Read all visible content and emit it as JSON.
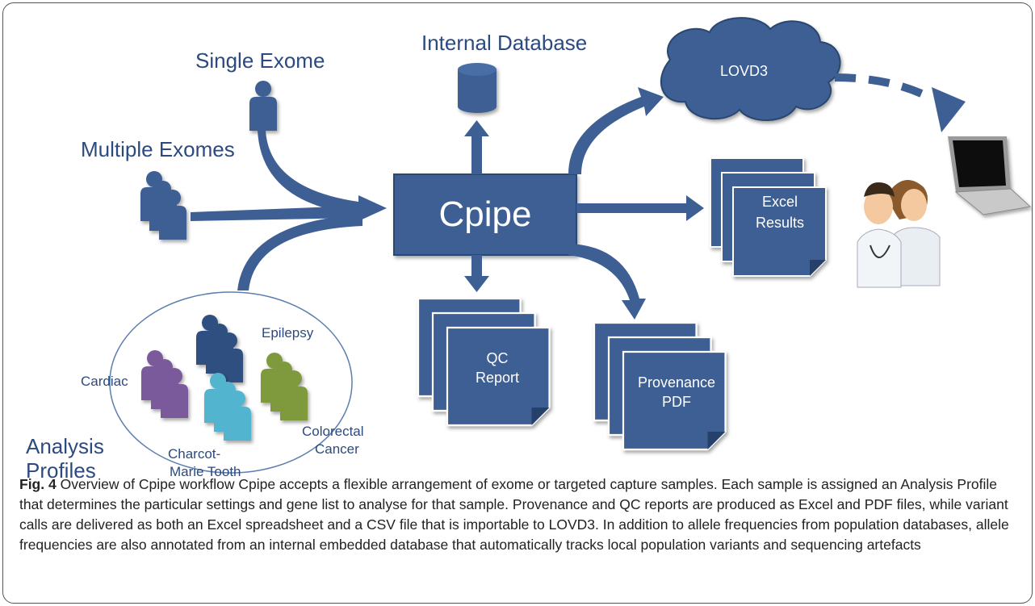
{
  "diagram": {
    "inputs": {
      "single_exome": "Single Exome",
      "multiple_exomes": "Multiple Exomes"
    },
    "internal_db": "Internal Database",
    "center": "Cpipe",
    "cloud": "LOVD3",
    "excel_results": [
      "Excel",
      "Results"
    ],
    "qc_report": [
      "QC",
      "Report"
    ],
    "provenance": [
      "Provenance",
      "PDF"
    ],
    "profiles": {
      "title": [
        "Analysis",
        "Profiles"
      ],
      "cardiac": "Cardiac",
      "epilepsy": "Epilepsy",
      "colorectal": [
        "Colorectal",
        "Cancer"
      ],
      "charcot": [
        "Charcot-",
        "Marie Tooth"
      ]
    },
    "colors": {
      "primary": "#3d5f94",
      "primary_dark": "#2f4c78",
      "label": "#2b4a80",
      "cardiac": "#7a5a9a",
      "epilepsy_group": "#2f4f80",
      "colorectal": "#7f9a3d",
      "charcot": "#52b4cf"
    }
  },
  "caption": {
    "label": "Fig. 4",
    "text": "Overview of Cpipe workflow Cpipe accepts a flexible arrangement of exome or targeted capture samples. Each sample is assigned an Analysis Profile that determines the particular settings and gene list to analyse for that sample. Provenance and QC reports are produced as Excel and PDF files, while variant calls are delivered as both an Excel spreadsheet and a CSV file that is importable to LOVD3. In addition to allele frequencies from population databases, allele frequencies are also annotated from an internal embedded database that automatically tracks local population variants and sequencing artefacts"
  }
}
